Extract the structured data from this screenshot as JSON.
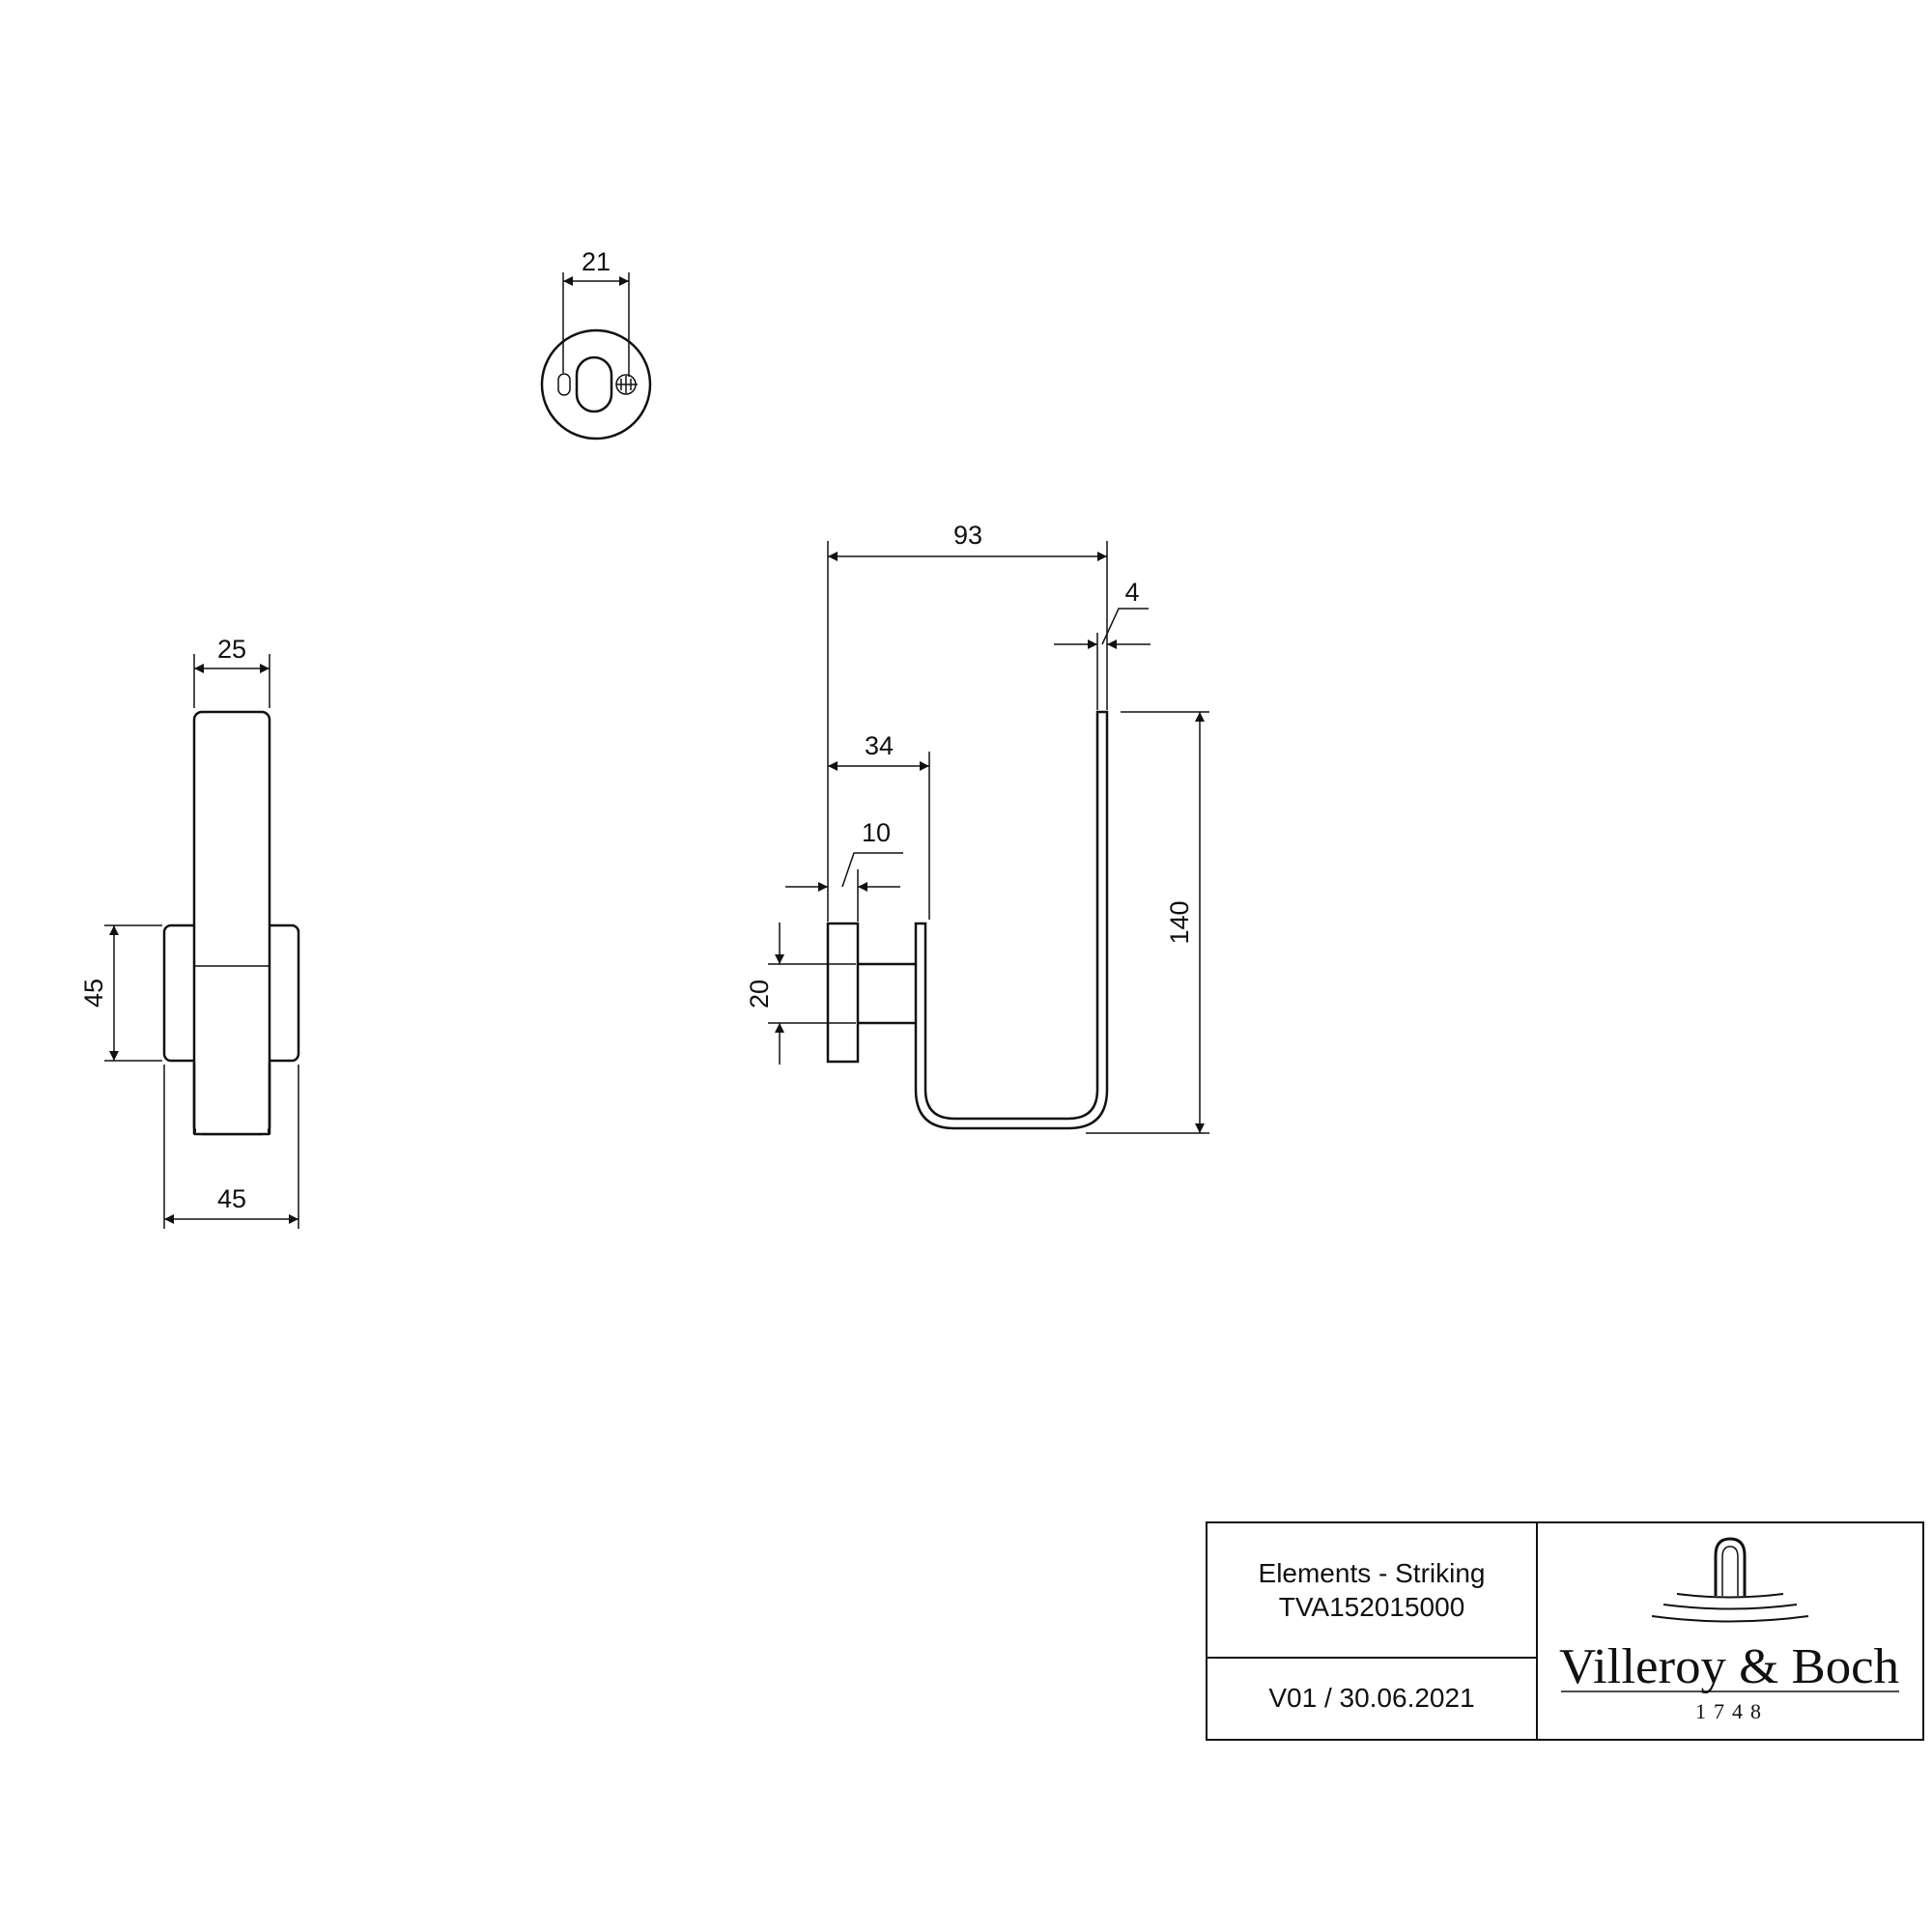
{
  "dimensions": {
    "top_width": "21",
    "front_width": "25",
    "front_height": "45",
    "front_base_width": "45",
    "side_overall": "93",
    "side_thickness": "4",
    "side_projection": "34",
    "side_plate": "10",
    "side_plate_height": "20",
    "side_height": "140"
  },
  "title_block": {
    "product_name": "Elements - Striking",
    "article_number": "TVA152015000",
    "version_date": "V01 / 30.06.2021"
  },
  "logo": {
    "brand": "Villeroy & Boch",
    "year": "1748"
  }
}
